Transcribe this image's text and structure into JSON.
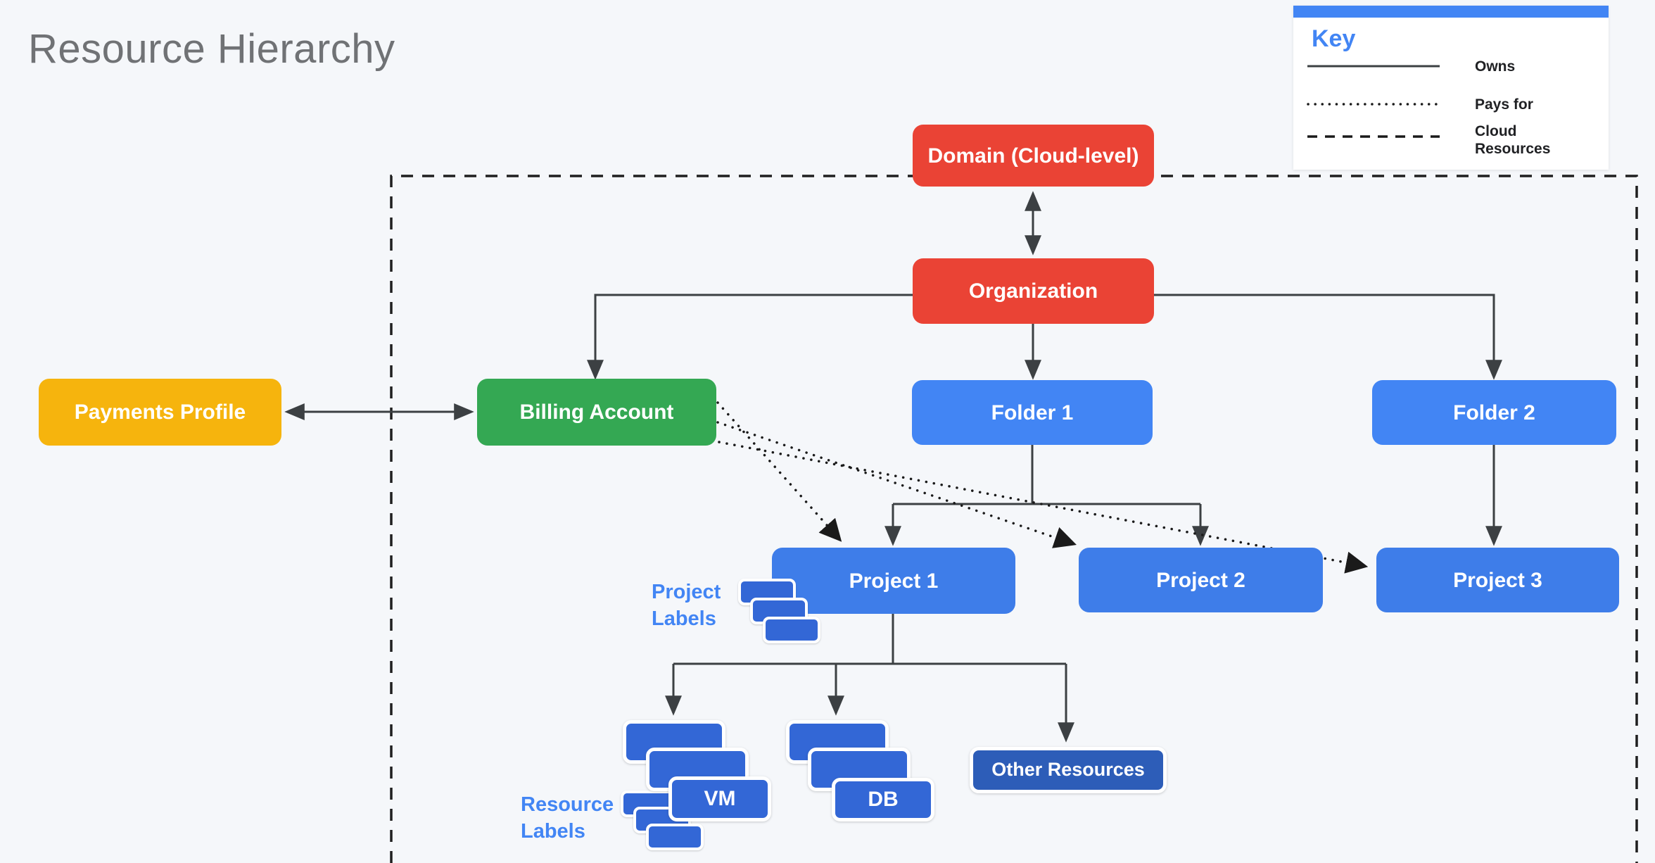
{
  "title": "Resource Hierarchy",
  "key": {
    "title": "Key",
    "items": [
      {
        "label": "Owns",
        "line_style": "solid"
      },
      {
        "label": "Pays for",
        "line_style": "dotted"
      },
      {
        "label": "Cloud Resources",
        "line_style": "dashed"
      }
    ]
  },
  "nodes": {
    "domain": "Domain (Cloud-level)",
    "organization": "Organization",
    "payments_profile": "Payments Profile",
    "billing_account": "Billing Account",
    "folder_1": "Folder 1",
    "folder_2": "Folder 2",
    "project_1": "Project 1",
    "project_2": "Project 2",
    "project_3": "Project 3",
    "other_resources": "Other Resources",
    "vm": "VM",
    "db": "DB"
  },
  "annotations": {
    "project_labels": "Project Labels",
    "resource_labels": "Resource Labels"
  },
  "colors": {
    "background": "#F5F7FA",
    "red": "#EA4335",
    "green": "#34A853",
    "amber": "#F6B40D",
    "blue": "#4285F4",
    "project_blue": "#3E7DE9",
    "stack_blue": "#3367D6",
    "dark_blue": "#2D5DB8",
    "label_blue": "#4285F4",
    "line": "#3C4043",
    "dashed_dotted": "#1A1A1A",
    "title_gray": "#707275"
  }
}
